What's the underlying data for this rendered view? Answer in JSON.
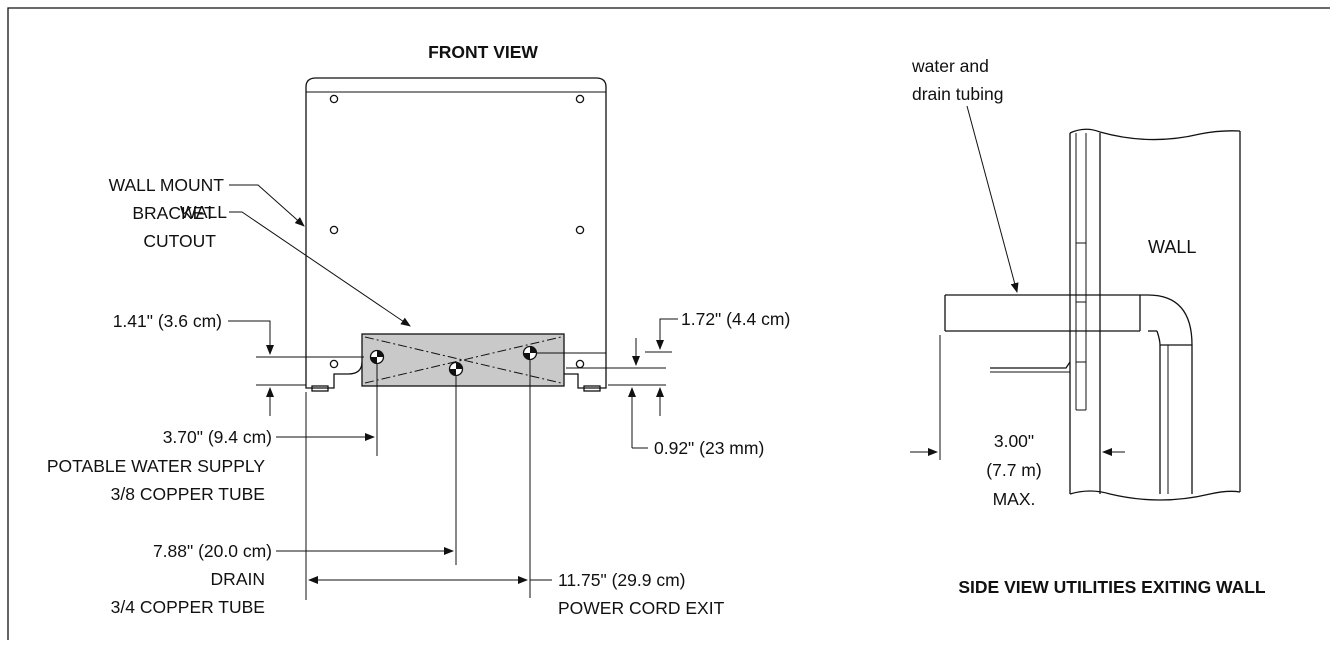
{
  "front_view": {
    "title": "FRONT VIEW",
    "labels": {
      "wall_mount_bracket_line1": "WALL MOUNT",
      "wall_mount_bracket_line2": "BRACKET",
      "wall_cutout_line1": "WALL",
      "wall_cutout_line2": "CUTOUT",
      "dim_left_height": "1.41\" (3.6 cm)",
      "dim_right_height": "1.72\"  (4.4 cm)",
      "dim_right_bottom": "0.92\" (23 mm)",
      "water_supply_dim": "3.70\" (9.4 cm)",
      "water_supply_line1": "POTABLE WATER SUPPLY",
      "water_supply_line2": "3/8 COPPER TUBE",
      "drain_dim": "7.88\" (20.0 cm)",
      "drain_line1": "DRAIN",
      "drain_line2": "3/4 COPPER TUBE",
      "power_dim": "11.75\" (29.9 cm)",
      "power_line1": "POWER CORD EXIT"
    }
  },
  "side_view": {
    "title": "SIDE VIEW UTILITIES EXITING WALL",
    "labels": {
      "tubing_line1": "water and",
      "tubing_line2": "drain tubing",
      "wall": "WALL",
      "max_dim_line1": "3.00\"",
      "max_dim_line2": "(7.7  m)",
      "max_dim_line3": "MAX."
    }
  }
}
